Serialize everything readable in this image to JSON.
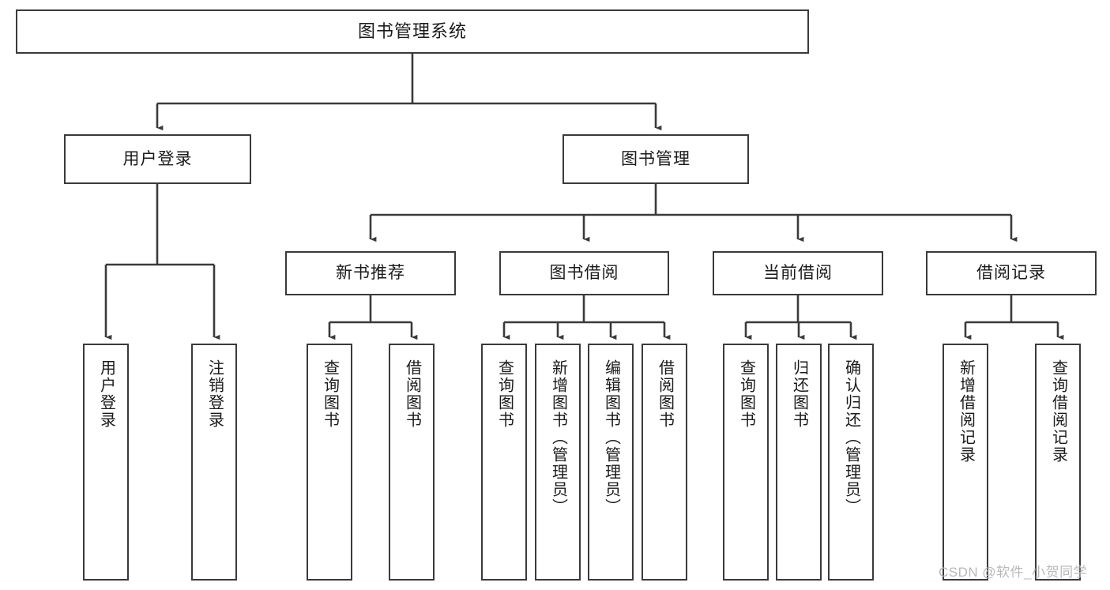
{
  "diagram": {
    "title": "图书管理系统",
    "watermark": "CSDN @软件_小贺同学",
    "root": {
      "id": "root",
      "label": "图书管理系统"
    },
    "level2": [
      {
        "id": "user-login",
        "label": "用户登录"
      },
      {
        "id": "book-management",
        "label": "图书管理"
      }
    ],
    "level3": [
      {
        "id": "new-book-recommend",
        "label": "新书推荐",
        "parent": "book-management"
      },
      {
        "id": "book-borrow",
        "label": "图书借阅",
        "parent": "book-management"
      },
      {
        "id": "current-borrow",
        "label": "当前借阅",
        "parent": "book-management"
      },
      {
        "id": "borrow-record",
        "label": "借阅记录",
        "parent": "book-management"
      }
    ],
    "leaves": {
      "user-login": [
        {
          "id": "leaf-user-login",
          "label": "用户登录"
        },
        {
          "id": "leaf-logout-login",
          "label": "注销登录"
        }
      ],
      "new-book-recommend": [
        {
          "id": "leaf-query-book-1",
          "label": "查询图书"
        },
        {
          "id": "leaf-borrow-book-1",
          "label": "借阅图书"
        }
      ],
      "book-borrow": [
        {
          "id": "leaf-query-book-2",
          "label": "查询图书"
        },
        {
          "id": "leaf-add-book",
          "label": "新增图书（管理员）"
        },
        {
          "id": "leaf-edit-book",
          "label": "编辑图书（管理员）"
        },
        {
          "id": "leaf-borrow-book-2",
          "label": "借阅图书"
        }
      ],
      "current-borrow": [
        {
          "id": "leaf-query-book-3",
          "label": "查询图书"
        },
        {
          "id": "leaf-return-book",
          "label": "归还图书"
        },
        {
          "id": "leaf-confirm-return",
          "label": "确认归还（管理员）"
        }
      ],
      "borrow-record": [
        {
          "id": "leaf-add-record",
          "label": "新增借阅记录"
        },
        {
          "id": "leaf-query-record",
          "label": "查询借阅记录"
        }
      ]
    },
    "colors": {
      "border": "#3a3a3a",
      "connector": "#3a3a3a",
      "background": "#ffffff",
      "text": "#1a1a1a",
      "watermark": "#b8b8b8"
    }
  }
}
